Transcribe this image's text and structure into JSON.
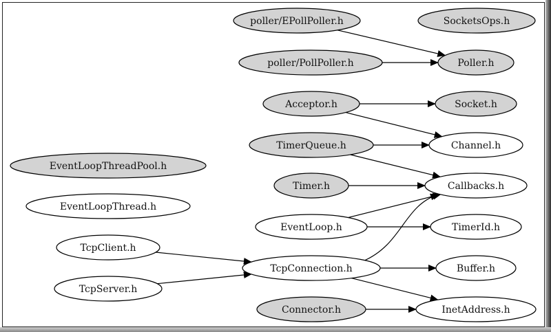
{
  "colors": {
    "filled_node": "#d3d3d3",
    "plain_node": "#ffffff",
    "stroke": "#000000",
    "text": "#111111"
  },
  "nodes": [
    {
      "id": "epollpoller",
      "label": "poller/EPollPoller.h",
      "filled": true
    },
    {
      "id": "socketsops",
      "label": "SocketsOps.h",
      "filled": true
    },
    {
      "id": "pollpoller",
      "label": "poller/PollPoller.h",
      "filled": true
    },
    {
      "id": "poller",
      "label": "Poller.h",
      "filled": true
    },
    {
      "id": "acceptor",
      "label": "Acceptor.h",
      "filled": true
    },
    {
      "id": "socket",
      "label": "Socket.h",
      "filled": true
    },
    {
      "id": "timerqueue",
      "label": "TimerQueue.h",
      "filled": true
    },
    {
      "id": "channel",
      "label": "Channel.h",
      "filled": false
    },
    {
      "id": "eventloopthreadpool",
      "label": "EventLoopThreadPool.h",
      "filled": true
    },
    {
      "id": "timer",
      "label": "Timer.h",
      "filled": true
    },
    {
      "id": "callbacks",
      "label": "Callbacks.h",
      "filled": false
    },
    {
      "id": "eventloopthread",
      "label": "EventLoopThread.h",
      "filled": false
    },
    {
      "id": "eventloop",
      "label": "EventLoop.h",
      "filled": false
    },
    {
      "id": "timerid",
      "label": "TimerId.h",
      "filled": false
    },
    {
      "id": "tcpclient",
      "label": "TcpClient.h",
      "filled": false
    },
    {
      "id": "tcpconnection",
      "label": "TcpConnection.h",
      "filled": false
    },
    {
      "id": "buffer",
      "label": "Buffer.h",
      "filled": false
    },
    {
      "id": "tcpserver",
      "label": "TcpServer.h",
      "filled": false
    },
    {
      "id": "connector",
      "label": "Connector.h",
      "filled": true
    },
    {
      "id": "inetaddress",
      "label": "InetAddress.h",
      "filled": false
    }
  ],
  "edges": [
    {
      "from": "epollpoller",
      "to": "poller"
    },
    {
      "from": "pollpoller",
      "to": "poller"
    },
    {
      "from": "acceptor",
      "to": "socket"
    },
    {
      "from": "acceptor",
      "to": "channel"
    },
    {
      "from": "timerqueue",
      "to": "channel"
    },
    {
      "from": "timerqueue",
      "to": "callbacks"
    },
    {
      "from": "timer",
      "to": "callbacks"
    },
    {
      "from": "eventloop",
      "to": "callbacks"
    },
    {
      "from": "eventloop",
      "to": "timerid"
    },
    {
      "from": "tcpclient",
      "to": "tcpconnection"
    },
    {
      "from": "tcpserver",
      "to": "tcpconnection"
    },
    {
      "from": "tcpconnection",
      "to": "callbacks"
    },
    {
      "from": "tcpconnection",
      "to": "buffer"
    },
    {
      "from": "tcpconnection",
      "to": "inetaddress"
    },
    {
      "from": "connector",
      "to": "inetaddress"
    }
  ]
}
